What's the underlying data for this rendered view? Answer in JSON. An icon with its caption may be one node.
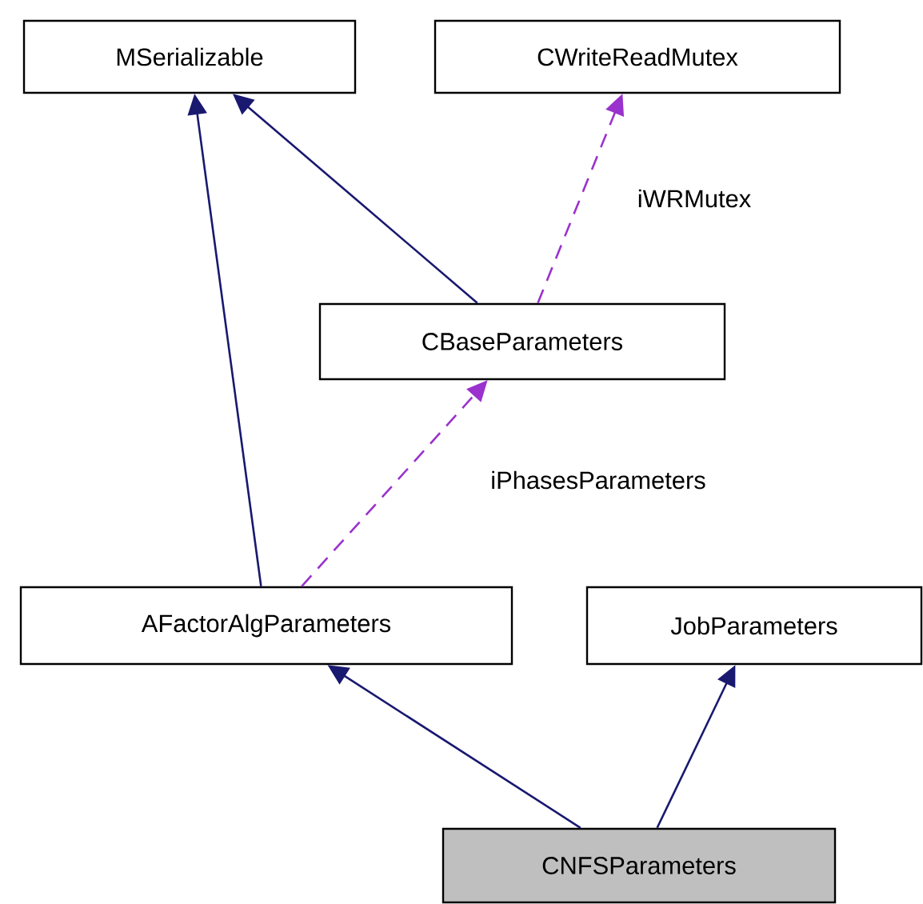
{
  "diagram": {
    "nodes": [
      {
        "text": [
          "MSerializable"
        ]
      },
      {
        "text": [
          "CWriteReadMutex"
        ]
      },
      {
        "text": [
          "CBaseParameters"
        ]
      },
      {
        "text": [
          "AFactorAlgParameters"
        ]
      },
      {
        "text": [
          "JobParameters"
        ]
      },
      {
        "text": [
          "CNFSParameters"
        ]
      }
    ],
    "edges": [
      {
        "from": 3,
        "to": 0,
        "arrow": "to"
      },
      {
        "from": 2,
        "to": 0,
        "arrow": "to"
      },
      {
        "from": 2,
        "to": 1,
        "arrow": "to",
        "label": "iWRMutex",
        "style": "dashed",
        "color": "#9a32cd"
      },
      {
        "from": 3,
        "to": 2,
        "arrow": "to",
        "label": "iPhasesParameters",
        "style": "dashed",
        "color": "#9a32cd"
      },
      {
        "from": 5,
        "to": 3,
        "arrow": "to"
      },
      {
        "from": 5,
        "to": 4,
        "arrow": "to"
      }
    ]
  }
}
